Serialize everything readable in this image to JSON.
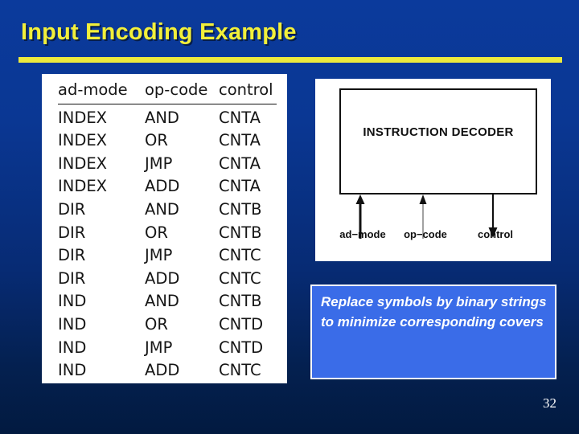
{
  "slide": {
    "title": "Input Encoding Example",
    "page_number": "32",
    "accent_yellow": "#eeea3c",
    "background_top": "#0b3a9c",
    "background_bottom": "#021a40"
  },
  "table": {
    "headers": [
      "ad-mode",
      "op-code",
      "control"
    ],
    "rows": [
      [
        "INDEX",
        "AND",
        "CNTA"
      ],
      [
        "INDEX",
        "OR",
        "CNTA"
      ],
      [
        "INDEX",
        "JMP",
        "CNTA"
      ],
      [
        "INDEX",
        "ADD",
        "CNTA"
      ],
      [
        "DIR",
        "AND",
        "CNTB"
      ],
      [
        "DIR",
        "OR",
        "CNTB"
      ],
      [
        "DIR",
        "JMP",
        "CNTC"
      ],
      [
        "DIR",
        "ADD",
        "CNTC"
      ],
      [
        "IND",
        "AND",
        "CNTB"
      ],
      [
        "IND",
        "OR",
        "CNTD"
      ],
      [
        "IND",
        "JMP",
        "CNTD"
      ],
      [
        "IND",
        "ADD",
        "CNTC"
      ]
    ]
  },
  "diagram": {
    "box_label": "INSTRUCTION DECODER",
    "ports": [
      {
        "label": "ad−mode",
        "direction": "in"
      },
      {
        "label": "op−code",
        "direction": "in"
      },
      {
        "label": "control",
        "direction": "out"
      }
    ]
  },
  "callout": {
    "text": "Replace symbols by binary strings to minimize corresponding covers",
    "fill_color": "#3a6ce8",
    "border_color": "#ffffff"
  }
}
